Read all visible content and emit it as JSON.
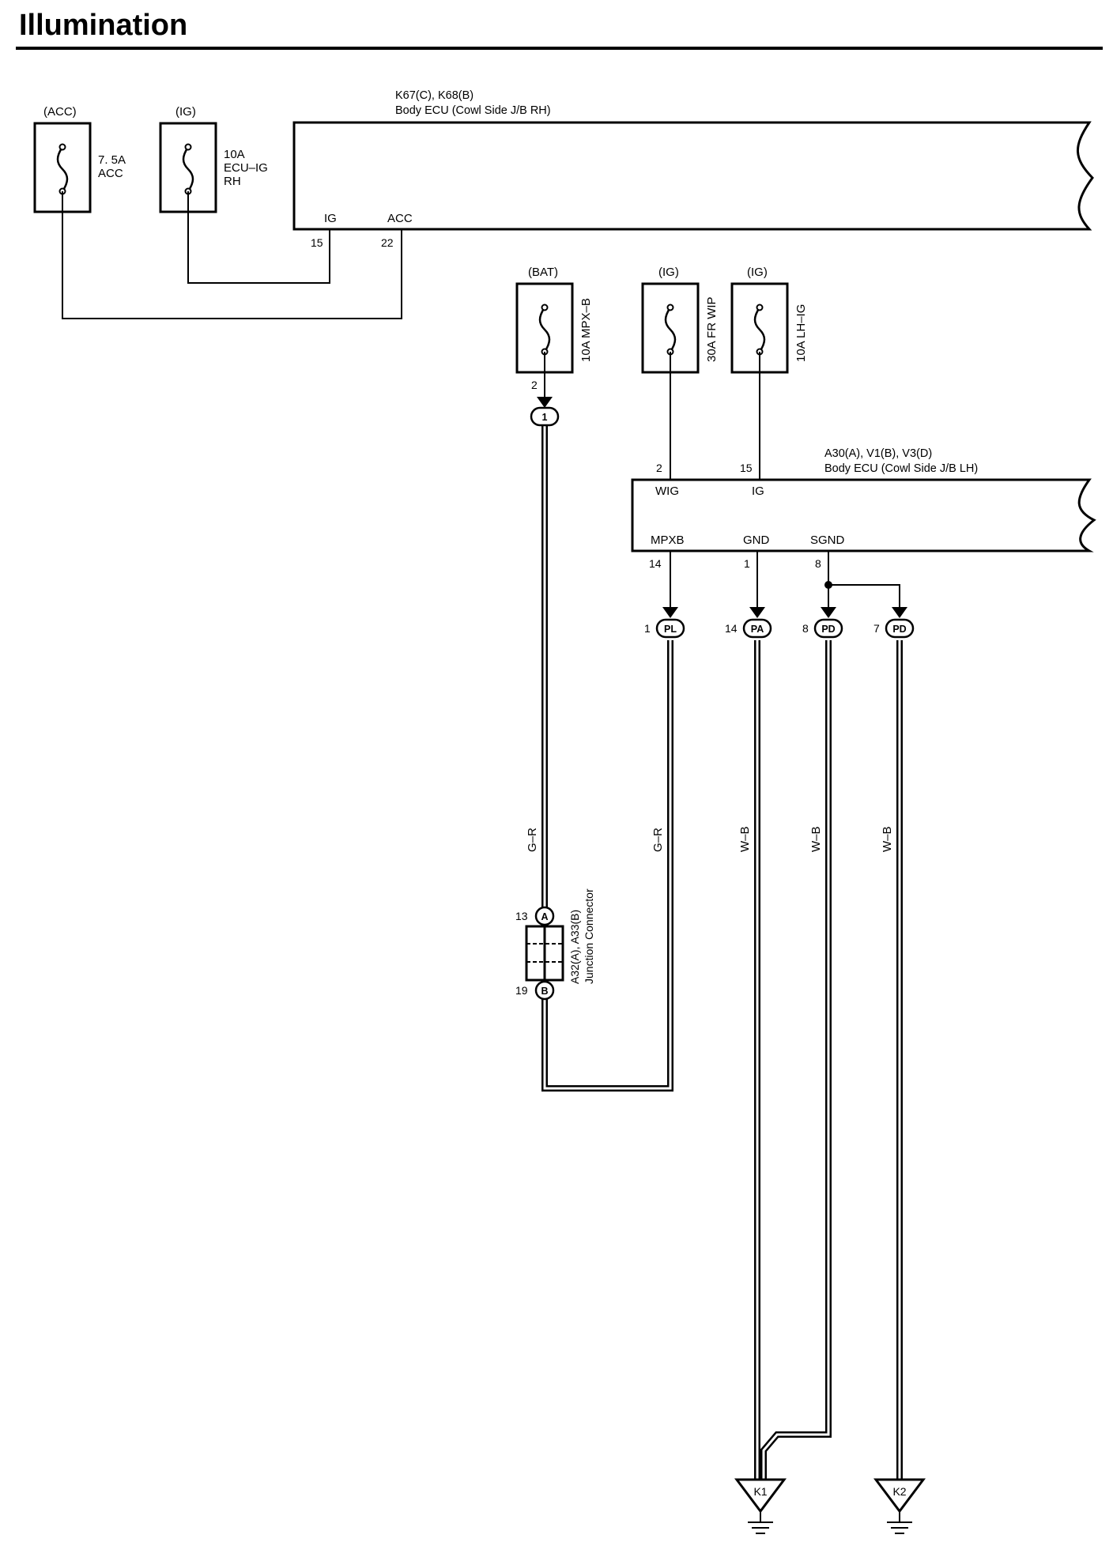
{
  "title": "Illumination",
  "fuses": [
    {
      "id": "acc",
      "supply": "(ACC)",
      "lines": [
        "7. 5A",
        "ACC"
      ],
      "pin": ""
    },
    {
      "id": "ecu-ig-rh",
      "supply": "(IG)",
      "lines": [
        "10A",
        "ECU–IG",
        "RH"
      ],
      "pin": ""
    },
    {
      "id": "mpx-b",
      "supply": "(BAT)",
      "lines": [
        "10A MPX–B"
      ],
      "pin": "2"
    },
    {
      "id": "fr-wip",
      "supply": "(IG)",
      "lines": [
        "30A FR WIP"
      ],
      "pin": ""
    },
    {
      "id": "lh-ig",
      "supply": "(IG)",
      "lines": [
        "10A LH–IG"
      ],
      "pin": ""
    }
  ],
  "ecu_rh": {
    "connectors": "K67(C), K68(B)",
    "name": "Body ECU (Cowl Side J/B RH)",
    "terminals": [
      {
        "label": "IG",
        "pin": "15"
      },
      {
        "label": "ACC",
        "pin": "22"
      }
    ]
  },
  "ecu_lh": {
    "connectors": "A30(A), V1(B), V3(D)",
    "name": "Body ECU (Cowl Side J/B LH)",
    "top_terminals": [
      {
        "label": "WIG",
        "pin": "2"
      },
      {
        "label": "IG",
        "pin": "15"
      }
    ],
    "bottom_terminals": [
      {
        "label": "MPXB",
        "pin": "14"
      },
      {
        "label": "GND",
        "pin": "1"
      },
      {
        "label": "SGND",
        "pin": "8"
      }
    ]
  },
  "connectors": [
    {
      "code": "1",
      "pin": ""
    },
    {
      "code": "PL",
      "pin": "1"
    },
    {
      "code": "PA",
      "pin": "14"
    },
    {
      "code": "PD",
      "pin": "8"
    },
    {
      "code": "PD",
      "pin": "7"
    }
  ],
  "wires": {
    "mpx_b_run": "G–R",
    "mpxb_run": "G–R",
    "gnd_run": "W–B",
    "sgnd_run": "W–B",
    "sgnd2_run": "W–B"
  },
  "junction": {
    "code": "A32(A), A33(B)",
    "name": "Junction Connector",
    "top_code": "A",
    "top_pin": "13",
    "bottom_code": "B",
    "bottom_pin": "19"
  },
  "grounds": [
    {
      "code": "K1"
    },
    {
      "code": "K2"
    }
  ]
}
